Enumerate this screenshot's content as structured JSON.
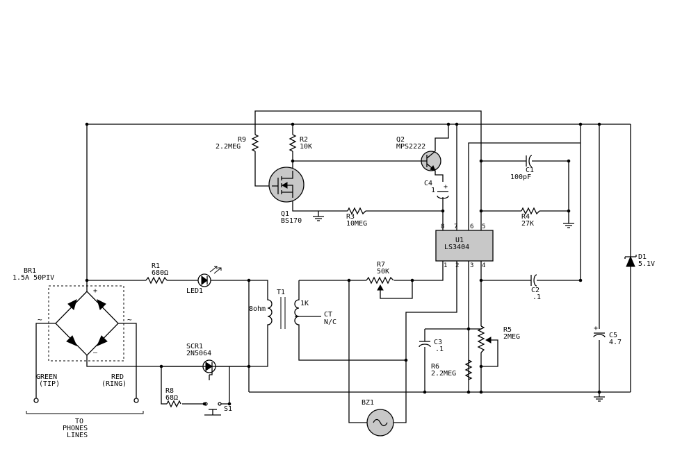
{
  "components": {
    "br1": {
      "ref": "BR1",
      "value": "1.5A 50PIV",
      "plus": "+",
      "minus": "–",
      "ac": "~"
    },
    "r1": {
      "ref": "R1",
      "value": "680Ω"
    },
    "led1": {
      "ref": "LED1"
    },
    "t1": {
      "ref": "T1",
      "primary": "8ohm",
      "secondary": "1K",
      "ct": "CT",
      "ct_note": "N/C"
    },
    "r7": {
      "ref": "R7",
      "value": "50K"
    },
    "scr1": {
      "ref": "SCR1",
      "value": "2N5064"
    },
    "r8": {
      "ref": "R8",
      "value": "68Ω"
    },
    "s1": {
      "ref": "S1"
    },
    "bz1": {
      "ref": "BZ1"
    },
    "r9": {
      "ref": "R9",
      "value": "2.2MEG"
    },
    "r2": {
      "ref": "R2",
      "value": "10K"
    },
    "q1": {
      "ref": "Q1",
      "value": "BS170"
    },
    "r3": {
      "ref": "R3",
      "value": "10MEG"
    },
    "q2": {
      "ref": "Q2",
      "value": "MPS2222"
    },
    "c4": {
      "ref": "C4",
      "value": "1",
      "plus": "+"
    },
    "u1": {
      "ref": "U1",
      "value": "LS3404",
      "pins_top": [
        "8",
        "7",
        "6",
        "5"
      ],
      "pins_bottom": [
        "1",
        "2",
        "3",
        "4"
      ]
    },
    "c1": {
      "ref": "C1",
      "value": "100pF"
    },
    "r4": {
      "ref": "R4",
      "value": "27K"
    },
    "c2": {
      "ref": "C2",
      "value": ".1"
    },
    "r5": {
      "ref": "R5",
      "value": "2MEG"
    },
    "c3": {
      "ref": "C3",
      "value": ".1"
    },
    "r6": {
      "ref": "R6",
      "value": "2.2MEG"
    },
    "c5": {
      "ref": "C5",
      "value": "4.7",
      "plus": "+"
    },
    "d1": {
      "ref": "D1",
      "value": "5.1V"
    }
  },
  "terminals": {
    "green": {
      "line1": "GREEN",
      "line2": "(TIP)"
    },
    "red": {
      "line1": "RED",
      "line2": "(RING)"
    },
    "phones": {
      "line1": "TO",
      "line2": "PHONES",
      "line3": "LINES"
    }
  }
}
